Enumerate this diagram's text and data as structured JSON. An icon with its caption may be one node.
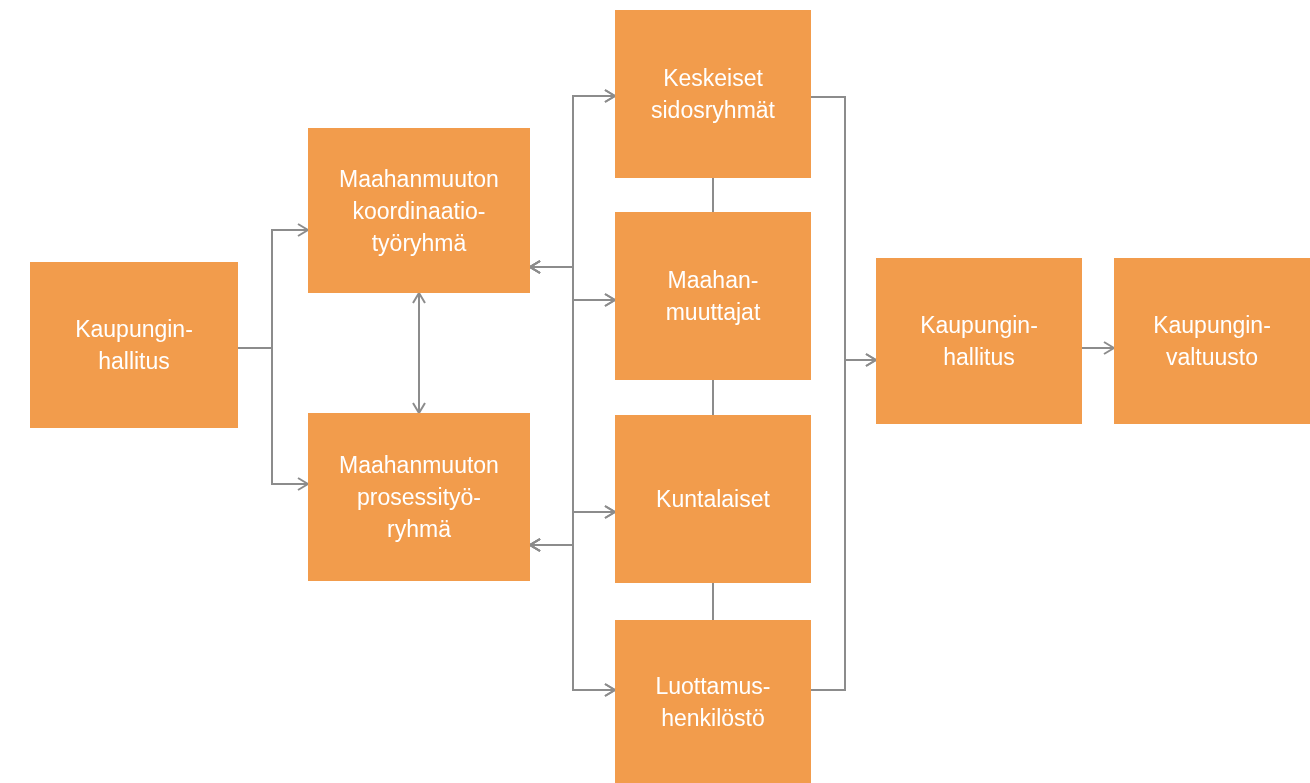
{
  "diagram": {
    "nodes": [
      {
        "text": [
          "Kaupungin- hallitus"
        ]
      },
      {
        "text": [
          "Maahanmuuton koordinaatio- työryhmä"
        ]
      },
      {
        "text": [
          "Maahanmuuton prosessityö- ryhmä"
        ]
      },
      {
        "text": [
          "Keskeiset sidosryhmät"
        ]
      },
      {
        "text": [
          "Maahan- muuttajat"
        ]
      },
      {
        "text": [
          "Kuntalaiset"
        ]
      },
      {
        "text": [
          "Luottamus- henkilöstö"
        ]
      },
      {
        "text": [
          "Kaupungin- hallitus"
        ]
      },
      {
        "text": [
          "Kaupungin- valtuusto"
        ]
      }
    ],
    "edges": [
      {
        "from": 0,
        "to": 1,
        "arrow": "to"
      },
      {
        "from": 0,
        "to": 2,
        "arrow": "to"
      },
      {
        "from": 1,
        "to": 2,
        "arrow": "both"
      },
      {
        "from": 1,
        "to": 3,
        "arrow": "both"
      },
      {
        "from": 1,
        "to": 4,
        "arrow": "both"
      },
      {
        "from": 1,
        "to": 5,
        "arrow": "both"
      },
      {
        "from": 1,
        "to": 6,
        "arrow": "both"
      },
      {
        "from": 2,
        "to": 3,
        "arrow": "both"
      },
      {
        "from": 2,
        "to": 4,
        "arrow": "both"
      },
      {
        "from": 2,
        "to": 5,
        "arrow": "both"
      },
      {
        "from": 2,
        "to": 6,
        "arrow": "both"
      },
      {
        "from": 3,
        "to": 4,
        "arrow": "none"
      },
      {
        "from": 4,
        "to": 5,
        "arrow": "none"
      },
      {
        "from": 5,
        "to": 6,
        "arrow": "none"
      },
      {
        "from": 3,
        "to": 7,
        "arrow": "to"
      },
      {
        "from": 6,
        "to": 7,
        "arrow": "to"
      },
      {
        "from": 7,
        "to": 8,
        "arrow": "to"
      }
    ]
  }
}
